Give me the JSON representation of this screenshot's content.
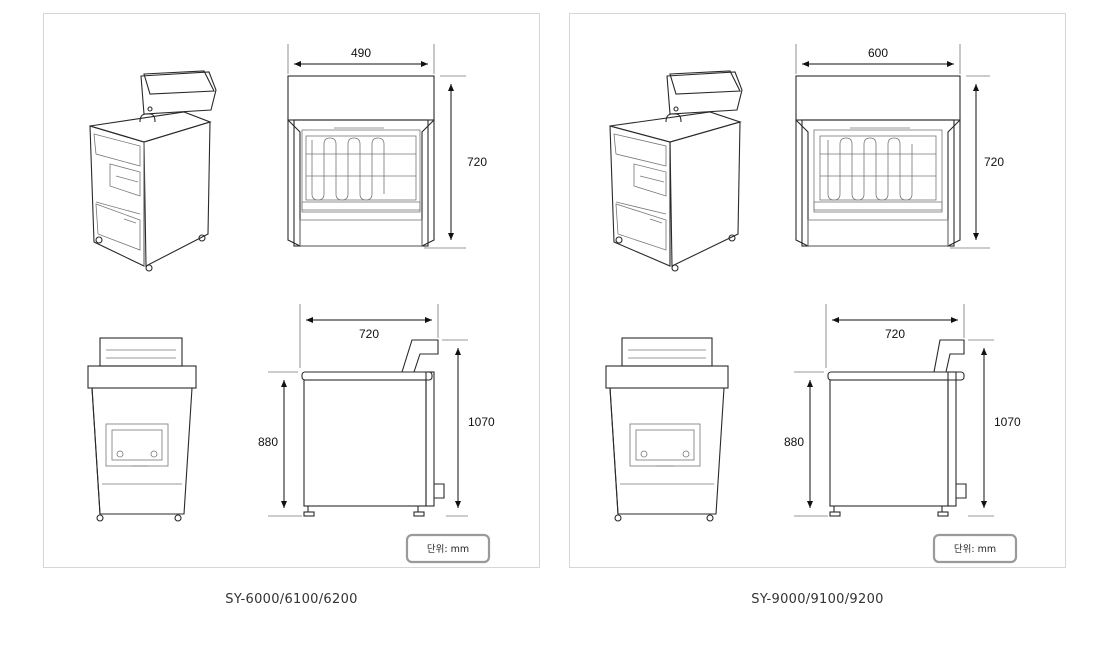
{
  "panels": [
    {
      "width_top": "490",
      "depth_top": "720",
      "depth_side": "720",
      "height_body": "880",
      "height_total": "1070",
      "unit_label": "단위: mm",
      "caption": "SY-6000/6100/6200"
    },
    {
      "width_top": "600",
      "depth_top": "720",
      "depth_side": "720",
      "height_body": "880",
      "height_total": "1070",
      "unit_label": "단위: mm",
      "caption": "SY-9000/9100/9200"
    }
  ]
}
